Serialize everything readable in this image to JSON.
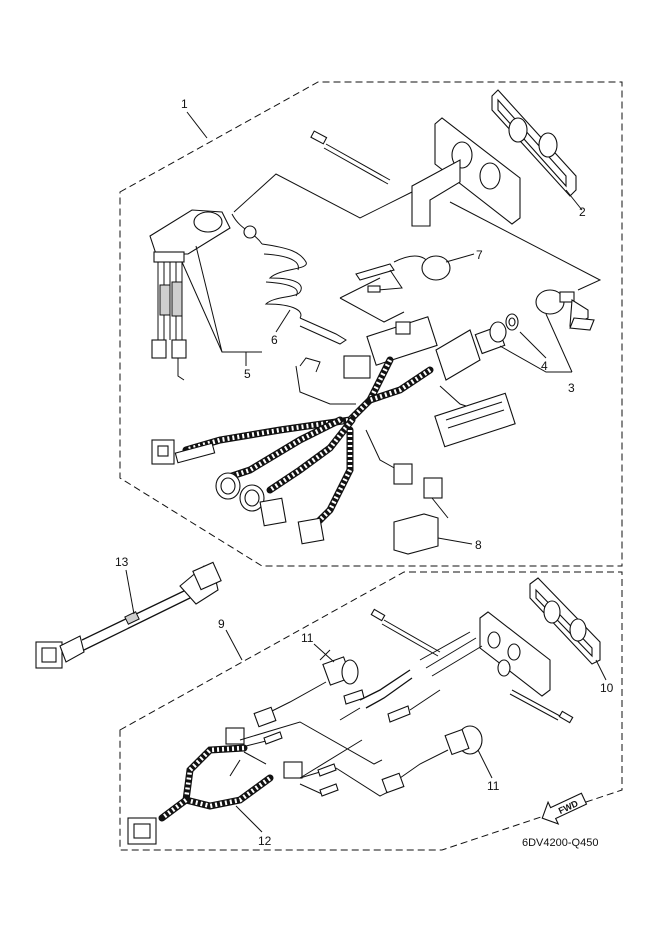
{
  "callouts": {
    "c1": "1",
    "c2": "2",
    "c3": "3",
    "c4": "4",
    "c5": "5",
    "c6": "6",
    "c7": "7",
    "c8": "8",
    "c9": "9",
    "c10": "10",
    "c11a": "11",
    "c11b": "11",
    "c12": "12",
    "c13": "13"
  },
  "drawing_code": "6DV4200-Q450",
  "fwd_label": "FWD"
}
